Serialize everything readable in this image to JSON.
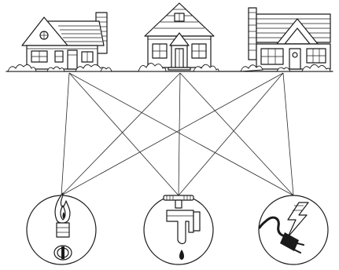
{
  "diagram": {
    "houses": [
      {
        "id": "house-left",
        "icon": "cape-cod-house-icon"
      },
      {
        "id": "house-center",
        "icon": "colonial-house-icon"
      },
      {
        "id": "house-right",
        "icon": "split-level-house-icon"
      }
    ],
    "utilities": [
      {
        "id": "gas",
        "icon": "gas-flame-icon"
      },
      {
        "id": "water",
        "icon": "water-faucet-icon"
      },
      {
        "id": "electricity",
        "icon": "electric-plug-icon"
      }
    ],
    "connections": [
      [
        "house-left",
        "gas"
      ],
      [
        "house-left",
        "water"
      ],
      [
        "house-left",
        "electricity"
      ],
      [
        "house-center",
        "gas"
      ],
      [
        "house-center",
        "water"
      ],
      [
        "house-center",
        "electricity"
      ],
      [
        "house-right",
        "gas"
      ],
      [
        "house-right",
        "water"
      ],
      [
        "house-right",
        "electricity"
      ]
    ],
    "colors": {
      "ink": "#1a1a1a",
      "background": "#ffffff"
    }
  }
}
